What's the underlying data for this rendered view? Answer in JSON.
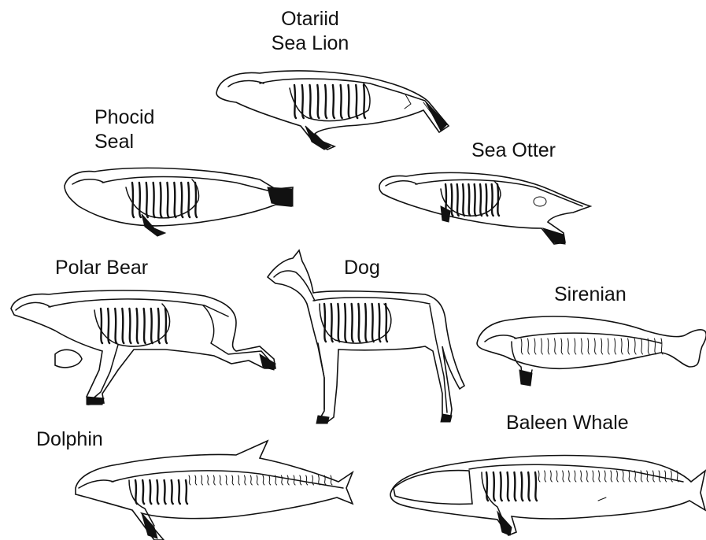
{
  "diagram": {
    "animals": [
      {
        "id": "otariid",
        "label_lines": [
          "Otariid",
          "Sea Lion"
        ],
        "icon": "sea-lion-skeleton-icon"
      },
      {
        "id": "phocid",
        "label_lines": [
          "Phocid",
          "Seal"
        ],
        "icon": "seal-skeleton-icon"
      },
      {
        "id": "sea-otter",
        "label_lines": [
          "Sea Otter"
        ],
        "icon": "sea-otter-skeleton-icon"
      },
      {
        "id": "polar-bear",
        "label_lines": [
          "Polar Bear"
        ],
        "icon": "polar-bear-skeleton-icon"
      },
      {
        "id": "dog",
        "label_lines": [
          "Dog"
        ],
        "icon": "dog-skeleton-icon"
      },
      {
        "id": "sirenian",
        "label_lines": [
          "Sirenian"
        ],
        "icon": "sirenian-skeleton-icon"
      },
      {
        "id": "dolphin",
        "label_lines": [
          "Dolphin"
        ],
        "icon": "dolphin-skeleton-icon"
      },
      {
        "id": "baleen-whale",
        "label_lines": [
          "Baleen Whale"
        ],
        "icon": "baleen-whale-skeleton-icon"
      }
    ],
    "colors": {
      "line": "#111111",
      "background": "#ffffff"
    }
  }
}
